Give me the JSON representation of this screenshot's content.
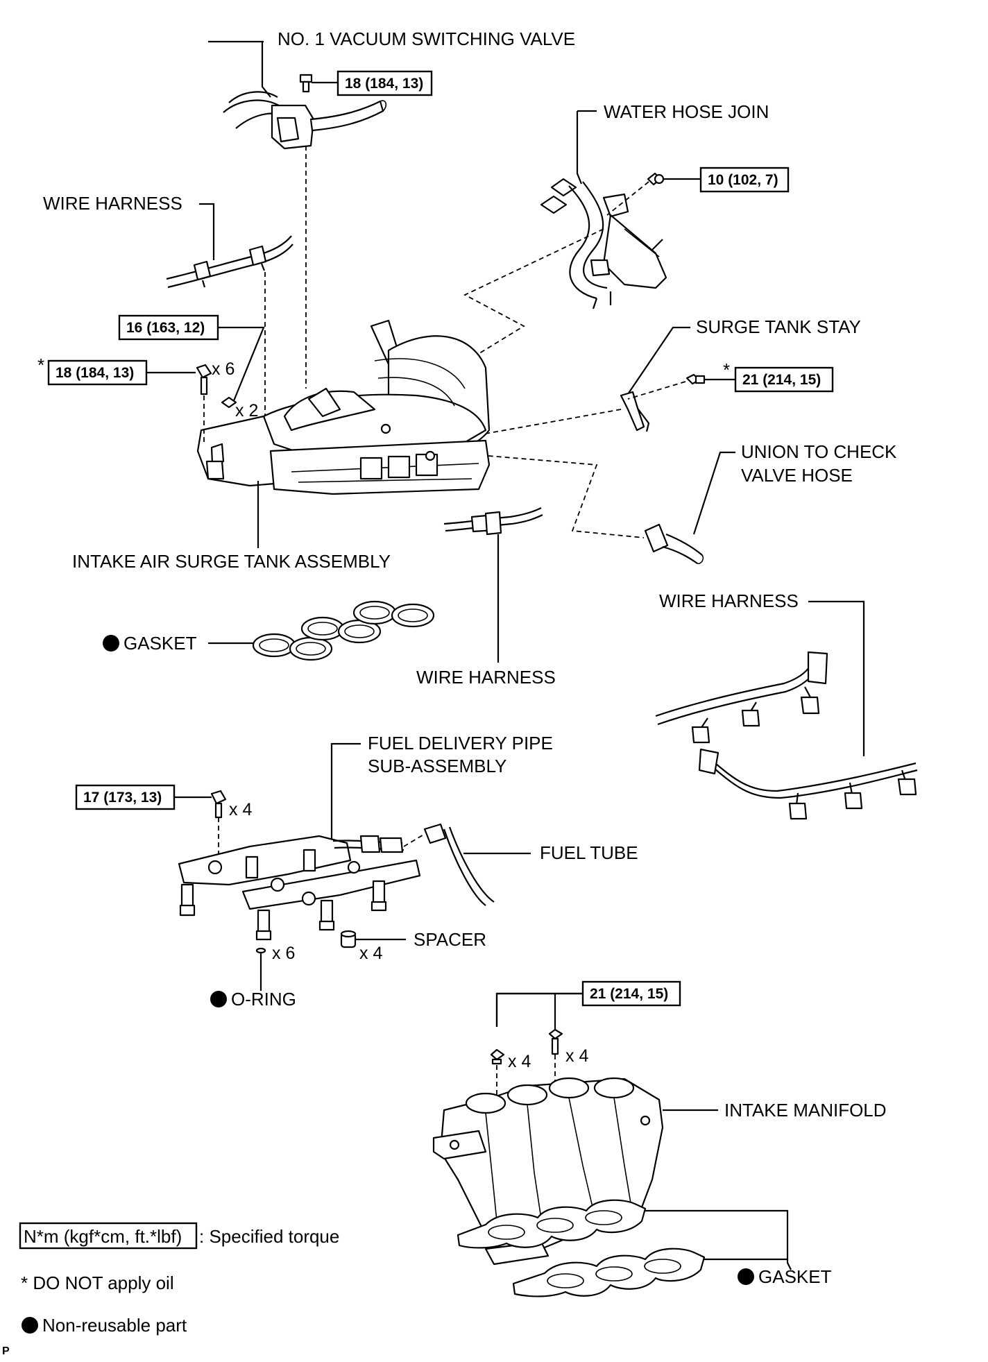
{
  "labels": {
    "vsv": "NO. 1 VACUUM SWITCHING VALVE",
    "water_hose_join": "WATER HOSE JOIN",
    "wire_harness_top": "WIRE HARNESS",
    "surge_tank_stay": "SURGE TANK STAY",
    "union_line1": "UNION TO CHECK",
    "union_line2": "VALVE HOSE",
    "surge_tank": "INTAKE AIR SURGE TANK ASSEMBLY",
    "gasket_upper": "GASKET",
    "wire_harness_mid": "WIRE HARNESS",
    "wire_harness_right": "WIRE HARNESS",
    "fuel_delivery_line1": "FUEL DELIVERY PIPE",
    "fuel_delivery_line2": "SUB-ASSEMBLY",
    "fuel_tube": "FUEL TUBE",
    "spacer": "SPACER",
    "o_ring": "O-RING",
    "intake_manifold": "INTAKE MANIFOLD",
    "gasket_lower": "GASKET"
  },
  "torques": {
    "vsv_bolt": "18 (184, 13)",
    "water_hose_bolt": "10 (102, 7)",
    "surge_nut": "16 (163, 12)",
    "surge_bolt": "18 (184, 13)",
    "stay_bolt": "21 (214, 15)",
    "fuel_pipe_bolt": "17 (173, 13)",
    "manifold": "21 (214, 15)"
  },
  "counts": {
    "surge_bolt": "x 6",
    "surge_nut": "x 2",
    "fuel_bolt": "x 4",
    "o_ring": "x 6",
    "spacer": "x 4",
    "manifold_nut": "x 4",
    "manifold_bolt": "x 4"
  },
  "markers": {
    "asterisk": "*"
  },
  "legend": {
    "torque_units": "N*m (kgf*cm, ft.*lbf)",
    "torque_desc": ": Specified torque",
    "no_oil": "* DO NOT apply oil",
    "non_reusable": "Non-reusable part"
  },
  "corner_code": "P"
}
